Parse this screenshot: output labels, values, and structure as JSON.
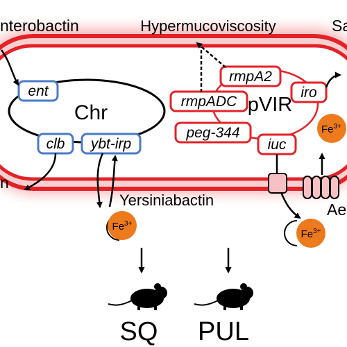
{
  "labels": {
    "enterobactin": "nterobactin",
    "hypermucoviscosity": "Hypermucoviscosity",
    "salmochelin": "Sa",
    "chr": "Chr",
    "pvir": "pVIR",
    "yersiniabactin": "Yersiniabactin",
    "aerobactin": "Ae",
    "colibactin": "n",
    "sq": "SQ",
    "pul": "PUL"
  },
  "chr_genes": {
    "ent": "ent",
    "clb": "clb",
    "ybt": "ybt-irp"
  },
  "pvir_genes": {
    "rmpA2": "rmpA2",
    "rmpADC": "rmpADC",
    "iro": "iro",
    "peg": "peg-344",
    "iuc": "iuc"
  },
  "iron": {
    "fe3_left": "Fe3+",
    "fe3_right": "Fe3+",
    "fe3_cut": "Fe3+"
  },
  "colors": {
    "membrane_red": "#e32228",
    "membrane_glow": "#f6a8a8",
    "chr_box": "#4a7ac8",
    "pvir_box": "#e32228",
    "iron_orange": "#ee7a1e",
    "siderophore_blue": "#a9c0e6",
    "siderophore_pink": "#f3b4bb",
    "transporter_pink": "#f6c0c4"
  }
}
